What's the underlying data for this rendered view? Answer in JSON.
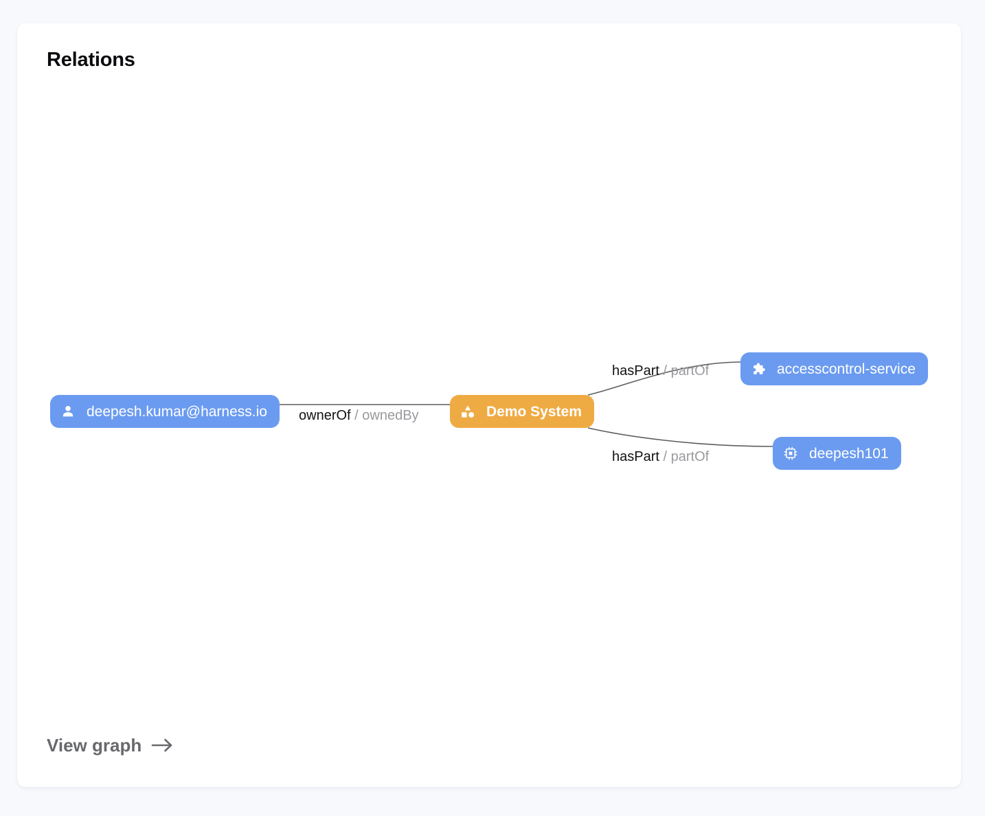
{
  "card": {
    "title": "Relations",
    "footer_link": {
      "label": "View graph",
      "icon": "arrow-right-icon"
    }
  },
  "colors": {
    "page_background": "#f8f9fd",
    "card_background": "#ffffff",
    "node_blue": "#6b9bf0",
    "node_orange": "#efab43",
    "edge_line": "#5c5c60",
    "label_primary": "#111114",
    "label_secondary": "#9a9a9f",
    "title_text": "#0b0b0d",
    "footer_text": "#68696d"
  },
  "graph": {
    "nodes": [
      {
        "id": "user",
        "label": "deepesh.kumar@harness.io",
        "icon": "person-icon",
        "kind": "user",
        "color": "#6b9bf0"
      },
      {
        "id": "system",
        "label": "Demo System",
        "icon": "category-shapes-icon",
        "kind": "system",
        "color": "#efab43"
      },
      {
        "id": "service",
        "label": "accesscontrol-service",
        "icon": "puzzle-piece-icon",
        "kind": "component",
        "color": "#6b9bf0"
      },
      {
        "id": "component",
        "label": "deepesh101",
        "icon": "chip-icon",
        "kind": "component",
        "color": "#6b9bf0"
      }
    ],
    "edges": [
      {
        "id": "edge-owner",
        "source": "user",
        "target": "system",
        "forward": "ownerOf",
        "separator": "/",
        "reverse": "ownedBy"
      },
      {
        "id": "edge-service",
        "source": "system",
        "target": "service",
        "forward": "hasPart",
        "separator": "/",
        "reverse": "partOf"
      },
      {
        "id": "edge-component",
        "source": "system",
        "target": "component",
        "forward": "hasPart",
        "separator": "/",
        "reverse": "partOf"
      }
    ]
  }
}
